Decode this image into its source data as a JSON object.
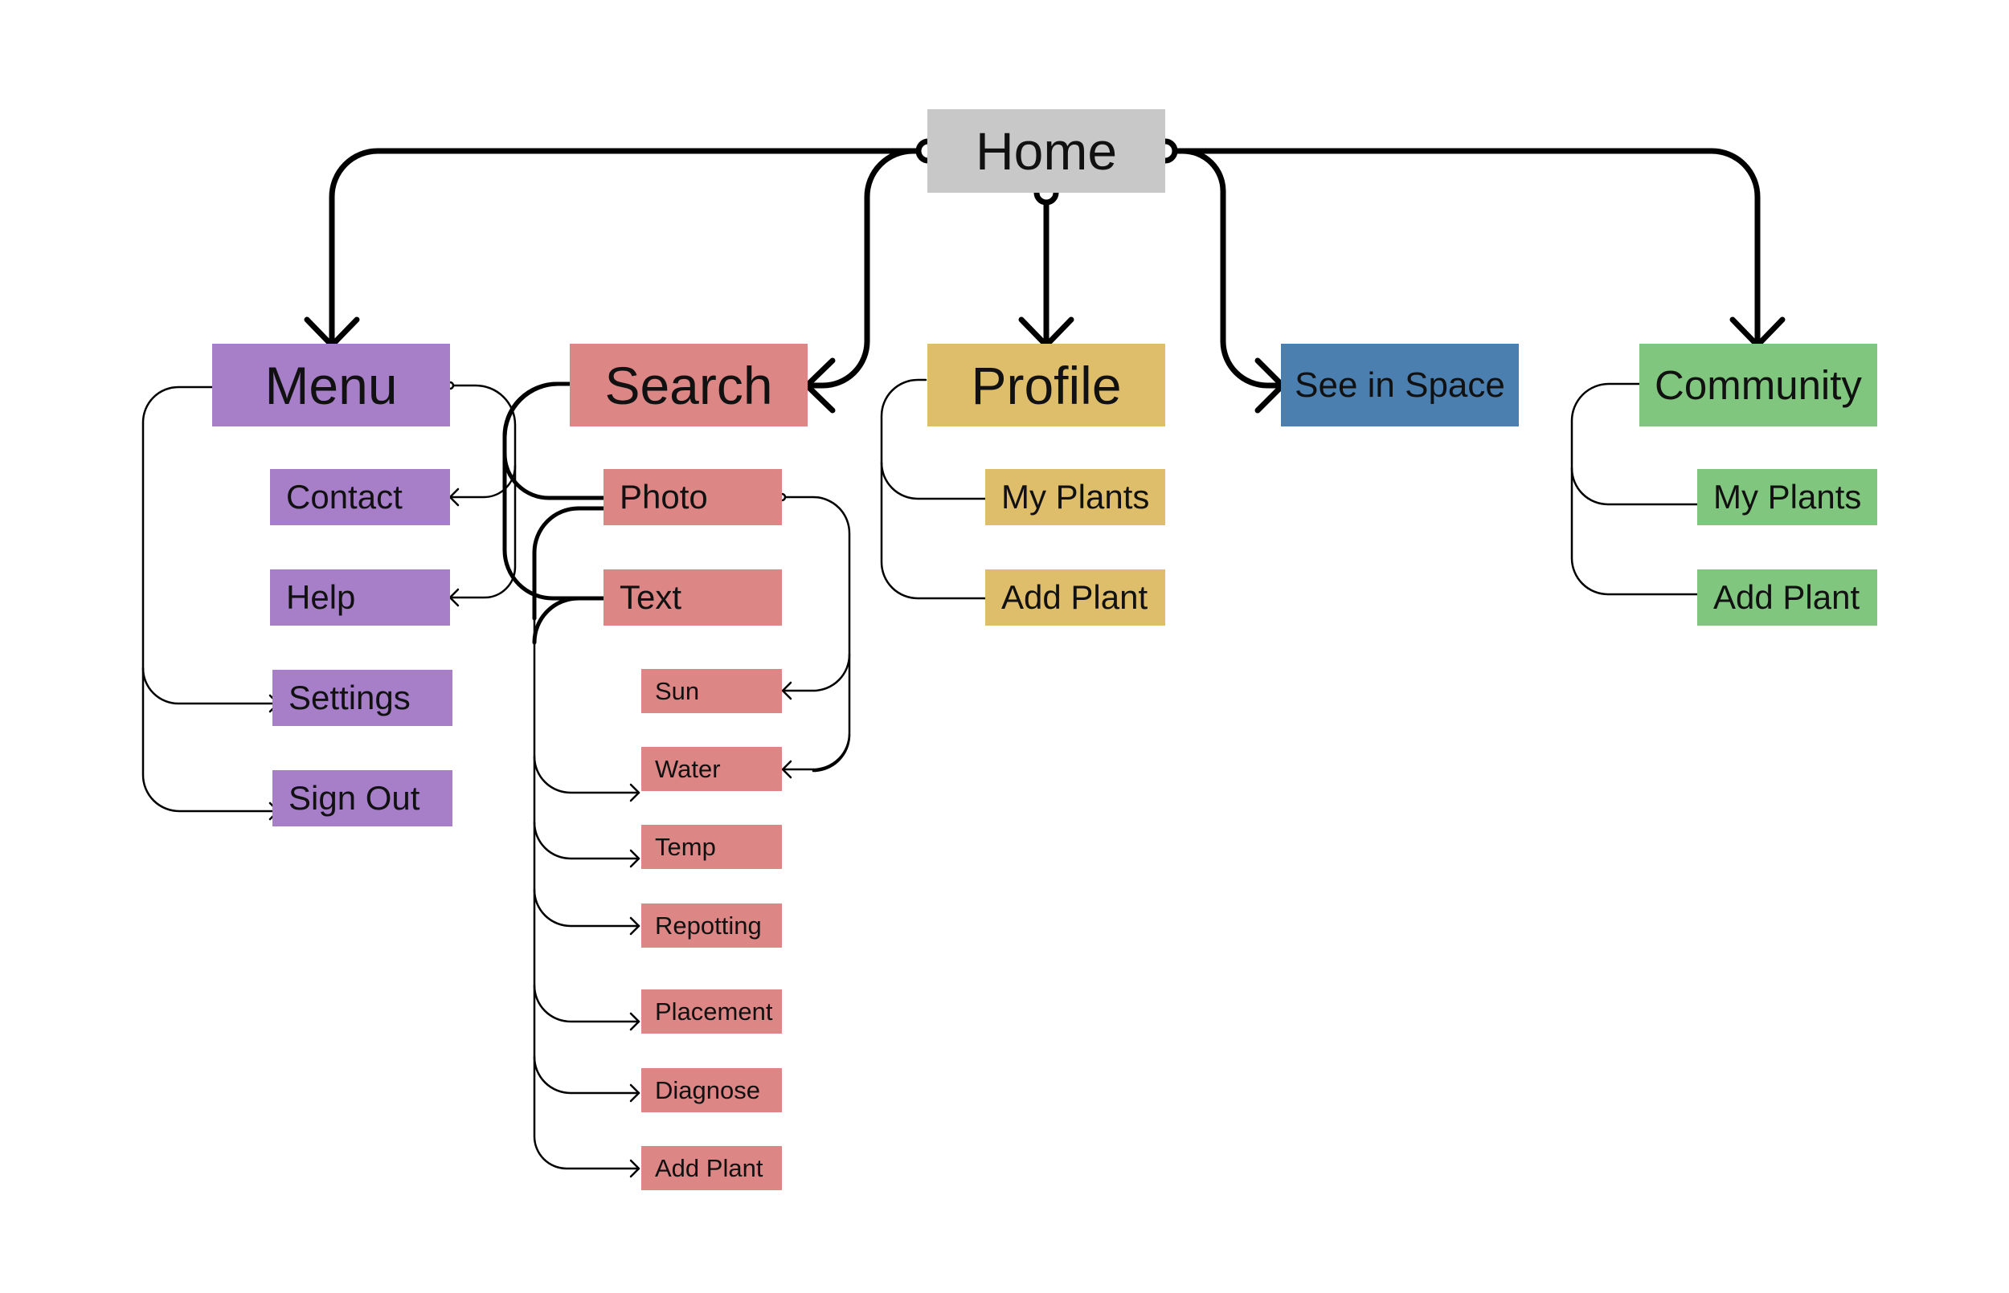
{
  "diagram": {
    "home": {
      "label": "Home"
    },
    "menu": {
      "label": "Menu",
      "items": [
        "Contact",
        "Help",
        "Settings",
        "Sign Out"
      ]
    },
    "search": {
      "label": "Search",
      "photo": "Photo",
      "text": "Text",
      "items": [
        "Sun",
        "Water",
        "Temp",
        "Repotting",
        "Placement",
        "Diagnose",
        "Add Plant"
      ]
    },
    "profile": {
      "label": "Profile",
      "items": [
        "My Plants",
        "Add Plant"
      ]
    },
    "see_in_space": {
      "label": "See in Space"
    },
    "community": {
      "label": "Community",
      "items": [
        "My Plants",
        "Add Plant"
      ]
    }
  },
  "colors": {
    "home": "#c8c8c8",
    "menu": "#a67fc8",
    "search": "#dc8686",
    "profile": "#dfbe6b",
    "see_in_space": "#4a7fb0",
    "community": "#80c67e",
    "connector": "#000000"
  }
}
